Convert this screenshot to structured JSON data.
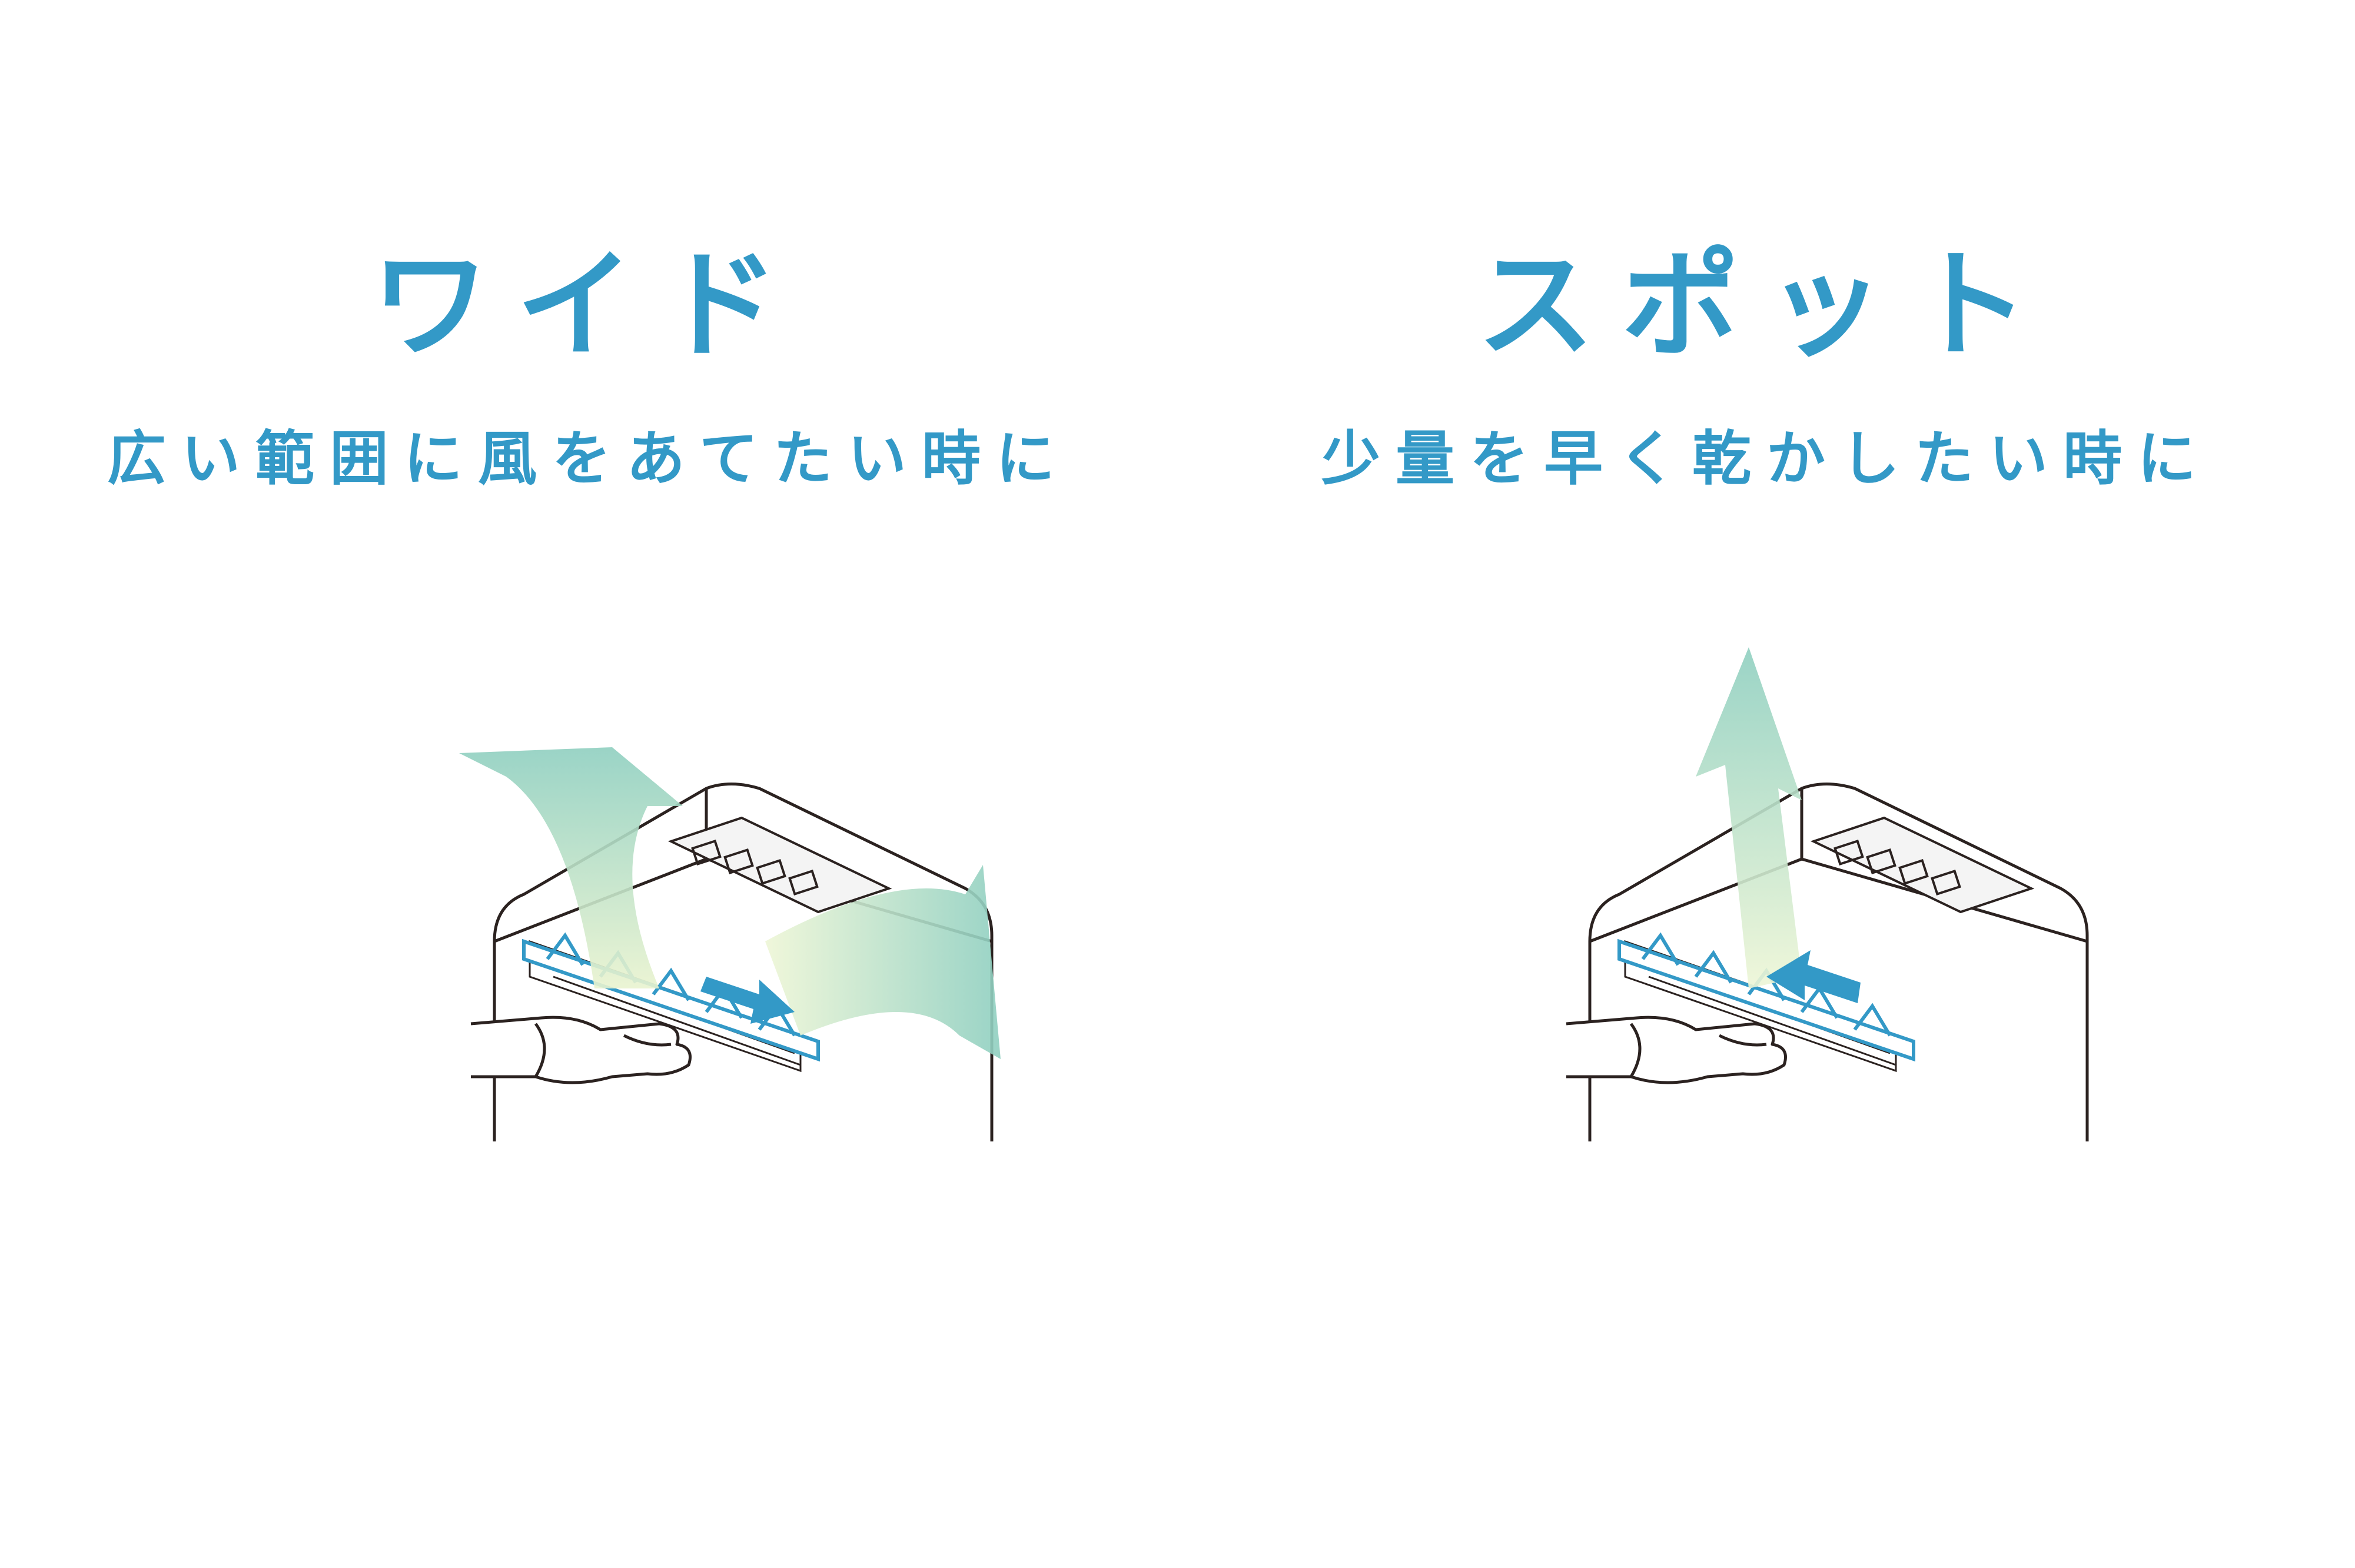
{
  "colors": {
    "accent": "#3399c7",
    "airflow_top": "#8fcfc0",
    "airflow_bottom": "#e9f3cf",
    "line": "#2b2220"
  },
  "panels": [
    {
      "title": "ワイド",
      "subtitle": "広い範囲に風をあてたい時に",
      "arrow_icon": "arrow-right-icon"
    },
    {
      "title": "スポット",
      "subtitle": "少量を早く乾かしたい時に",
      "arrow_icon": "arrow-left-icon"
    }
  ]
}
